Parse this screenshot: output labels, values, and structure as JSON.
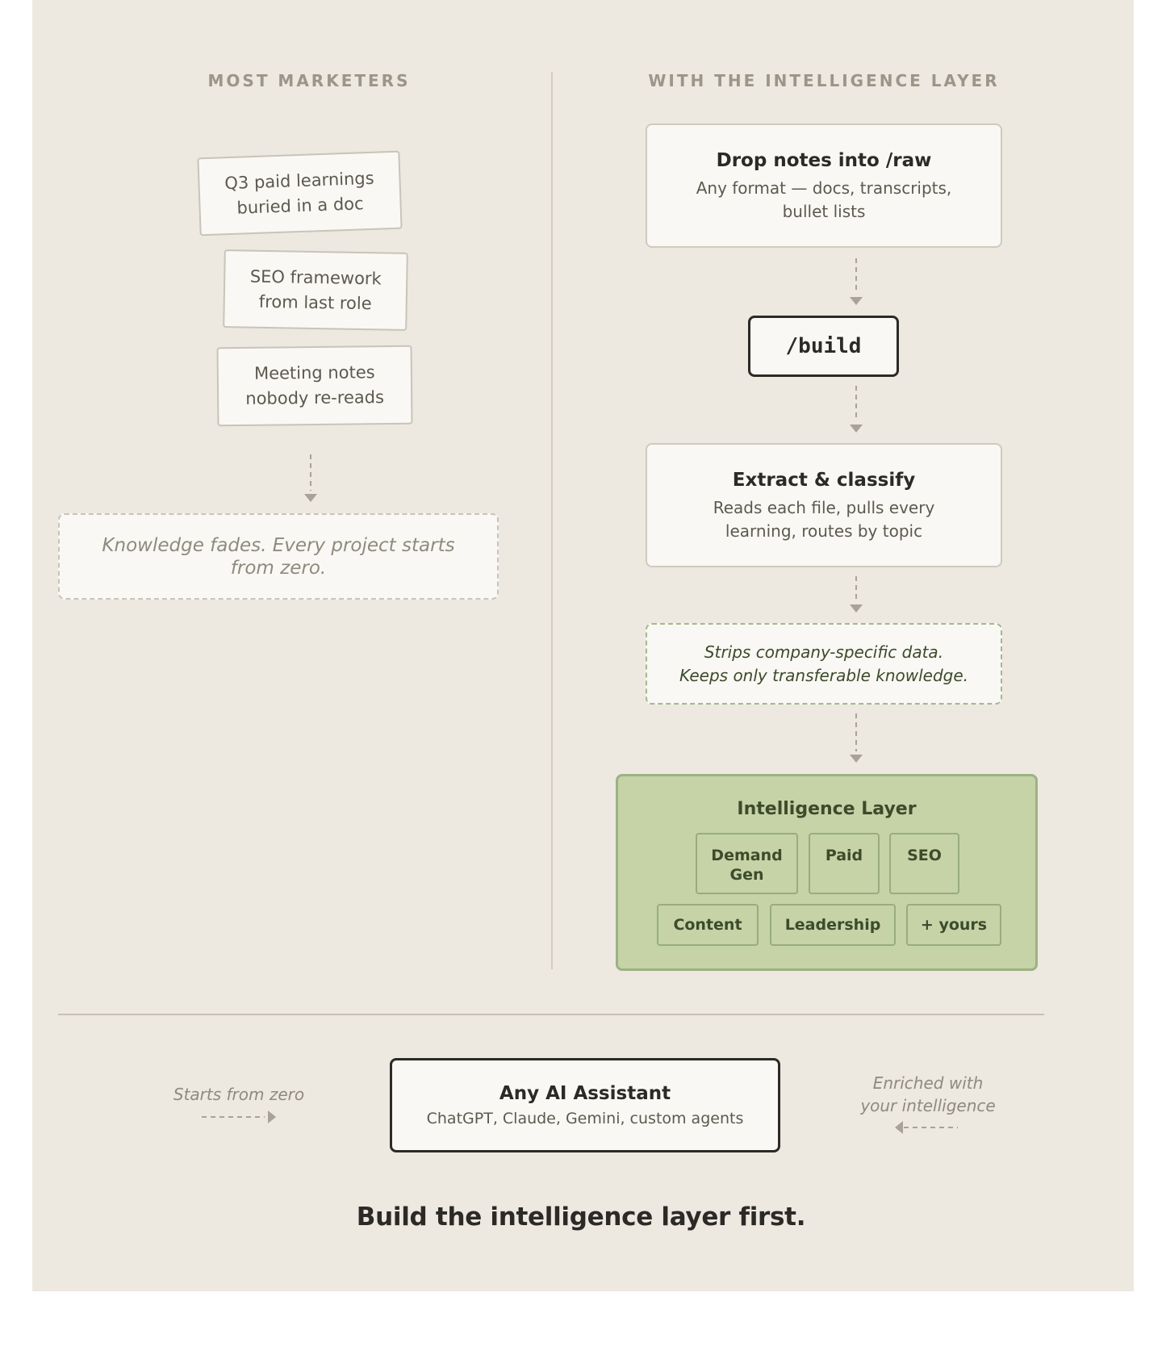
{
  "left_column": {
    "heading": "MOST MARKETERS",
    "notes": [
      {
        "line1": "Q3 paid learnings",
        "line2": "buried in a doc"
      },
      {
        "line1": "SEO framework",
        "line2": "from last role"
      },
      {
        "line1": "Meeting notes",
        "line2": "nobody re-reads"
      }
    ],
    "outcome": "Knowledge fades. Every project starts from zero."
  },
  "right_column": {
    "heading": "WITH THE INTELLIGENCE LAYER",
    "step_drop": {
      "title": "Drop notes into /raw",
      "desc_line1": "Any format — docs, transcripts,",
      "desc_line2": "bullet lists"
    },
    "build_command": "/build",
    "step_extract": {
      "title": "Extract & classify",
      "desc_line1": "Reads each file, pulls every",
      "desc_line2": "learning, routes by topic"
    },
    "strip_note": {
      "line1": "Strips company-specific data.",
      "line2": "Keeps only transferable knowledge."
    },
    "intelligence_layer": {
      "title": "Intelligence Layer",
      "tags": {
        "demand_line1": "Demand",
        "demand_line2": "Gen",
        "paid": "Paid",
        "seo": "SEO",
        "content": "Content",
        "leadership": "Leadership",
        "yours": "+ yours"
      }
    }
  },
  "bottom": {
    "left_note": "Starts from zero",
    "ai_title": "Any AI Assistant",
    "ai_desc": "ChatGPT, Claude, Gemini, custom agents",
    "right_note_line1": "Enriched with",
    "right_note_line2": "your intelligence",
    "tagline": "Build the intelligence layer first."
  },
  "colors": {
    "background": "#ede8e0",
    "card": "#f9f8f4",
    "accent_green": "#c5d3a7",
    "dark": "#2c2a26",
    "muted": "#9b9688"
  }
}
